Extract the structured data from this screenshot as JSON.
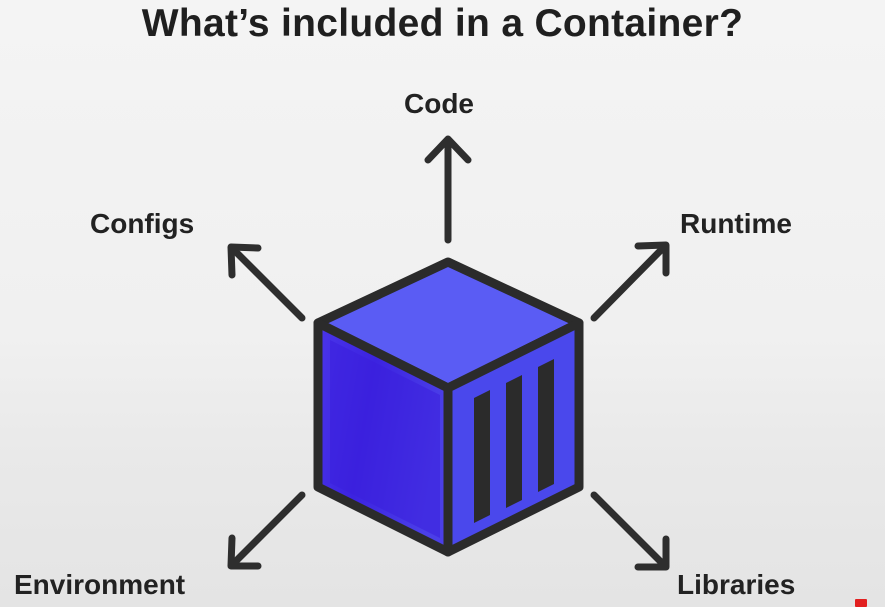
{
  "title": "What’s included in a Container?",
  "labels": {
    "code": "Code",
    "configs": "Configs",
    "runtime": "Runtime",
    "environment": "Environment",
    "libraries": "Libraries"
  },
  "colors": {
    "container_top": "#5a5cf4",
    "container_front": "#3e2ce3",
    "container_right": "#4a48ec",
    "outline": "#2b2b2b",
    "arrow": "#2e2e2e",
    "text": "#1f1f1f"
  },
  "icons": [
    "container-cube-icon",
    "arrow-up-icon",
    "arrow-up-left-icon",
    "arrow-up-right-icon",
    "arrow-down-left-icon",
    "arrow-down-right-icon"
  ]
}
